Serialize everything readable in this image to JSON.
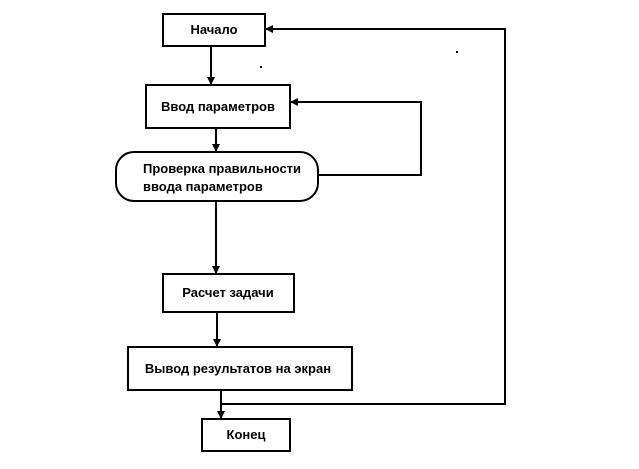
{
  "diagram": {
    "nodes": {
      "start": {
        "label": "Начало"
      },
      "input": {
        "label": "Ввод параметров"
      },
      "check": {
        "line1": "Проверка правильности",
        "line2": "ввода параметров"
      },
      "compute": {
        "label": "Расчет задачи"
      },
      "output": {
        "label": "Вывод результатов на экран"
      },
      "end": {
        "label": "Конец"
      }
    }
  }
}
